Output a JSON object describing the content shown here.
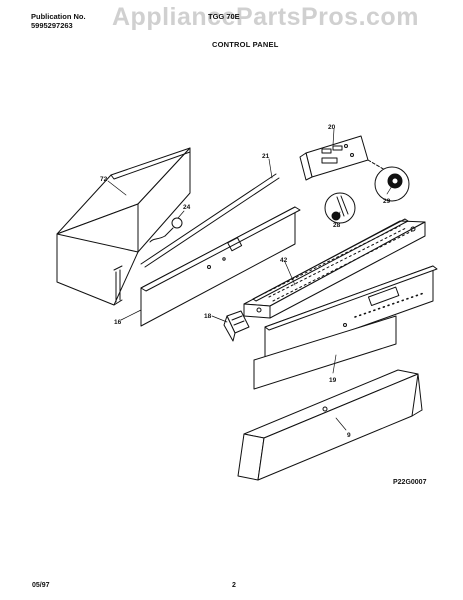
{
  "header": {
    "publication_label": "Publication No.",
    "publication_number": "5995297263",
    "model": "TGG 70E",
    "section_title": "CONTROL PANEL"
  },
  "watermark": "AppliancePartsPros.com",
  "callouts": [
    "72",
    "24",
    "21",
    "20",
    "28",
    "29",
    "42",
    "16",
    "18",
    "19",
    "9"
  ],
  "drawing_id": "P22G0007",
  "footer": {
    "date": "05/97",
    "page": "2"
  }
}
